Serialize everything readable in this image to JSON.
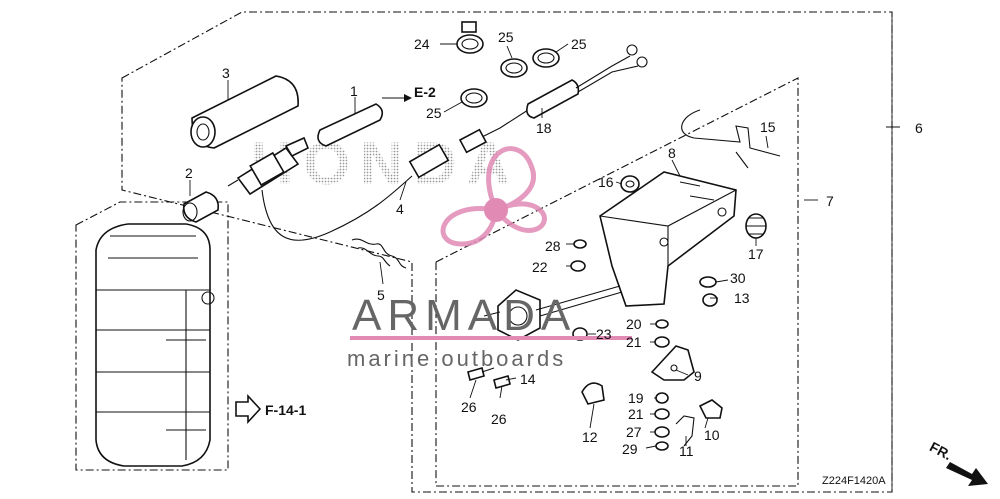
{
  "callouts": {
    "c1": "1",
    "c2": "2",
    "c3": "3",
    "c4": "4",
    "c5": "5",
    "c6": "6",
    "c7": "7",
    "c8": "8",
    "c9": "9",
    "c10": "10",
    "c11": "11",
    "c12": "12",
    "c13": "13",
    "c14": "14",
    "c15": "15",
    "c16": "16",
    "c17": "17",
    "c18": "18",
    "c19": "19",
    "c20": "20",
    "c21a": "21",
    "c21b": "21",
    "c22": "22",
    "c23": "23",
    "c24": "24",
    "c25a": "25",
    "c25b": "25",
    "c25c": "25",
    "c26a": "26",
    "c26b": "26",
    "c27": "27",
    "c28": "28",
    "c29": "29",
    "c30": "30"
  },
  "references": {
    "e2": "E-2",
    "f141": "F-14-1"
  },
  "diagram_code": "Z224F1420A",
  "front_marker": "FR.",
  "watermark": {
    "brand": "ARMADA",
    "tagline": "marine outboards",
    "logo_text": "HONDA",
    "accent_color": "#e08ab4"
  }
}
